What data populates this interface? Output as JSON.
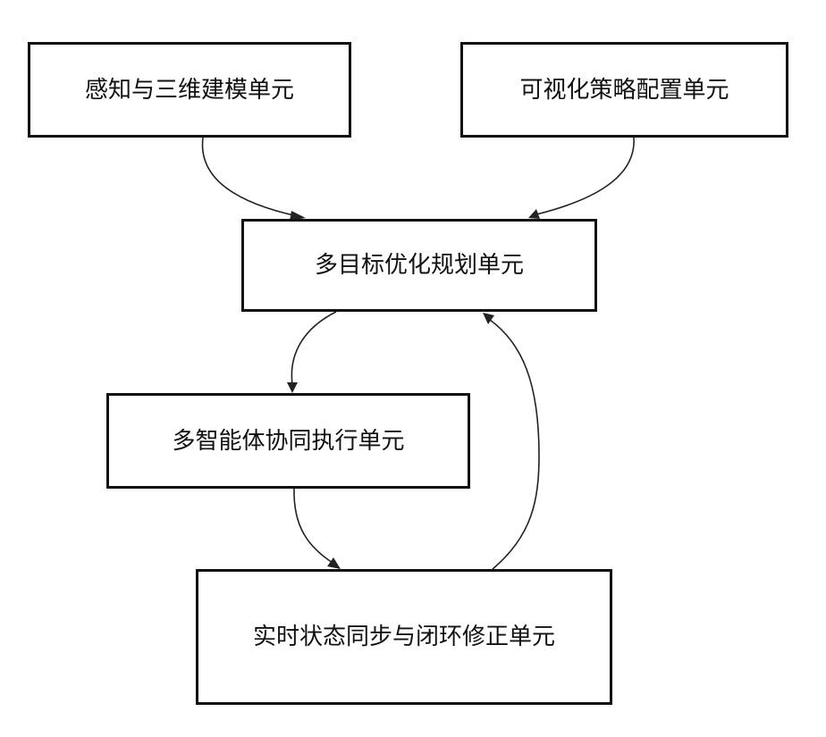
{
  "diagram": {
    "nodes": {
      "perception": {
        "label": "感知与三维建模单元"
      },
      "visual_config": {
        "label": "可视化策略配置单元"
      },
      "planning": {
        "label": "多目标优化规划单元"
      },
      "execution": {
        "label": "多智能体协同执行单元"
      },
      "sync": {
        "label": "实时状态同步与闭环修正单元"
      }
    },
    "edges": [
      {
        "from": "perception",
        "to": "planning"
      },
      {
        "from": "visual_config",
        "to": "planning"
      },
      {
        "from": "planning",
        "to": "execution"
      },
      {
        "from": "execution",
        "to": "sync"
      },
      {
        "from": "sync",
        "to": "planning"
      }
    ],
    "colors": {
      "stroke": "#111111",
      "background": "#ffffff"
    }
  }
}
